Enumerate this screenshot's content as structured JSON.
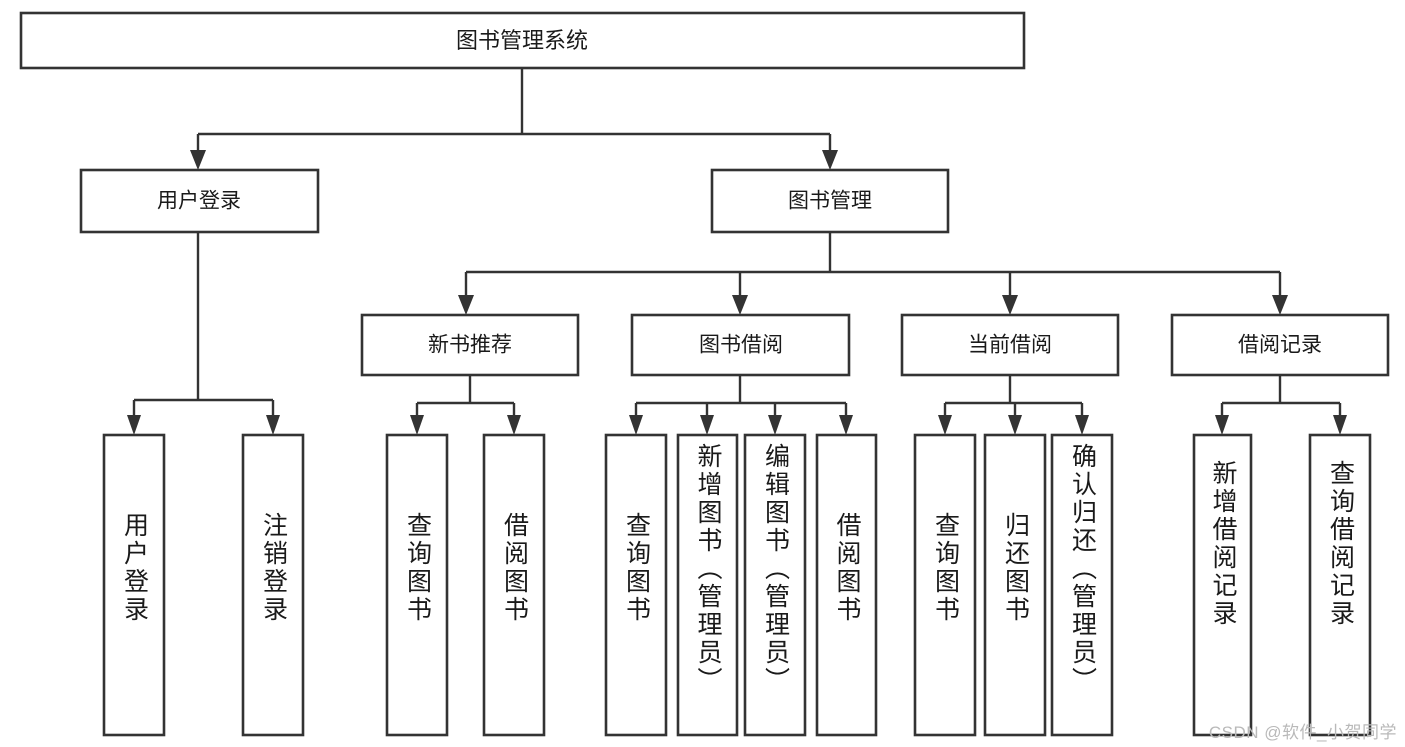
{
  "diagram": {
    "title": "图书管理系统",
    "type": "tree",
    "watermark": "CSDN @软件_小贺同学",
    "nodes": {
      "root": {
        "label": "图书管理系统",
        "level": 0
      },
      "l1": [
        {
          "id": "user-login",
          "label": "用户登录"
        },
        {
          "id": "book-manage",
          "label": "图书管理"
        }
      ],
      "l2": [
        {
          "id": "new-book-rec",
          "label": "新书推荐",
          "parent": "book-manage"
        },
        {
          "id": "book-borrow",
          "label": "图书借阅",
          "parent": "book-manage"
        },
        {
          "id": "current-borrow",
          "label": "当前借阅",
          "parent": "book-manage"
        },
        {
          "id": "borrow-record",
          "label": "借阅记录",
          "parent": "book-manage"
        }
      ],
      "leaves": [
        {
          "id": "leaf-user-login",
          "label": "用户登录",
          "parent": "user-login"
        },
        {
          "id": "leaf-logout",
          "label": "注销登录",
          "parent": "user-login"
        },
        {
          "id": "leaf-query-book-1",
          "label": "查询图书",
          "parent": "new-book-rec"
        },
        {
          "id": "leaf-borrow-book-1",
          "label": "借阅图书",
          "parent": "new-book-rec"
        },
        {
          "id": "leaf-query-book-2",
          "label": "查询图书",
          "parent": "book-borrow"
        },
        {
          "id": "leaf-add-book",
          "label": "新增图书（管理员）",
          "parent": "book-borrow"
        },
        {
          "id": "leaf-edit-book",
          "label": "编辑图书（管理员）",
          "parent": "book-borrow"
        },
        {
          "id": "leaf-borrow-book-2",
          "label": "借阅图书",
          "parent": "book-borrow"
        },
        {
          "id": "leaf-query-book-3",
          "label": "查询图书",
          "parent": "current-borrow"
        },
        {
          "id": "leaf-return-book",
          "label": "归还图书",
          "parent": "current-borrow"
        },
        {
          "id": "leaf-confirm-return",
          "label": "确认归还（管理员）",
          "parent": "current-borrow"
        },
        {
          "id": "leaf-add-record",
          "label": "新增借阅记录",
          "parent": "borrow-record"
        },
        {
          "id": "leaf-query-record",
          "label": "查询借阅记录",
          "parent": "borrow-record"
        }
      ]
    },
    "colors": {
      "box_stroke": "#333333",
      "box_fill": "#ffffff",
      "text": "#1a1a1a",
      "watermark": "#b9b9b9",
      "background": "#ffffff"
    }
  }
}
